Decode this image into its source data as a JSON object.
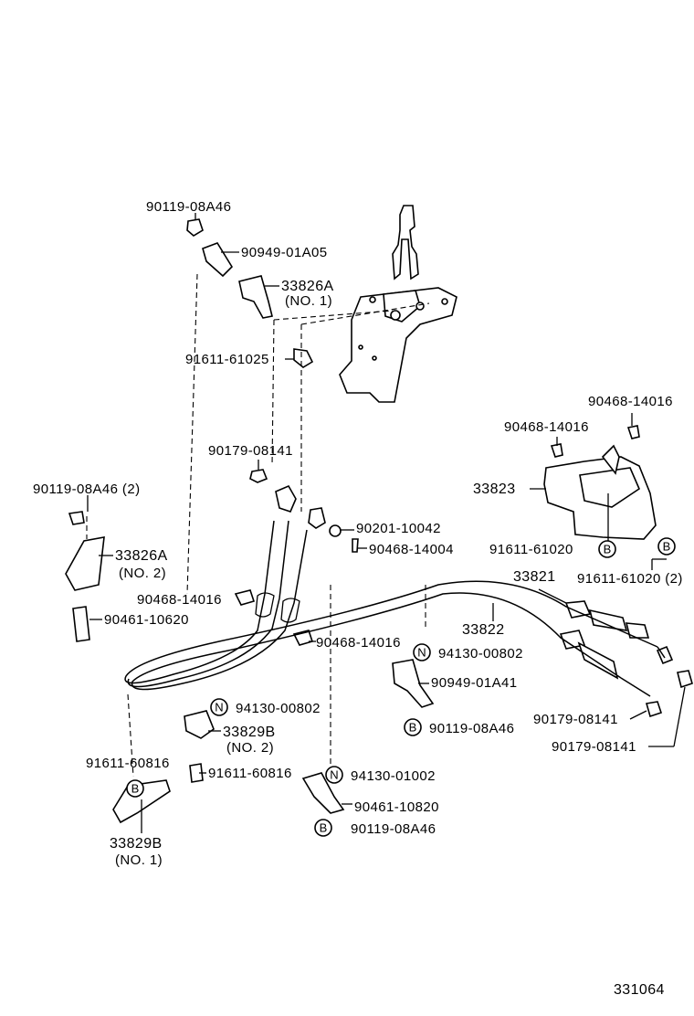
{
  "diagram_id": "331064",
  "labels": {
    "p90119_top": "90119-08A46",
    "p90949_01A05": "90949-01A05",
    "p33826A_1": "33826A",
    "p33826A_1_sub": "(NO. 1)",
    "p91611_61025": "91611-61025",
    "p90179_mid": "90179-08141",
    "p90119_2": "90119-08A46 (2)",
    "p33826A_2": "33826A",
    "p33826A_2_sub": "(NO. 2)",
    "p90201": "90201-10042",
    "p90468_14004": "90468-14004",
    "p90468_left": "90468-14016",
    "p90461_10620": "90461-10620",
    "p90468_mid": "90468-14016",
    "p94130_00802_a": "94130-00802",
    "p94130_00802_b": "94130-00802",
    "p90949_01A41": "90949-01A41",
    "p33829B_2": "33829B",
    "p33829B_2_sub": "(NO. 2)",
    "p90119_b1": "90119-08A46",
    "p91611_60816_a": "91611-60816",
    "p91611_60816_b": "91611-60816",
    "p94130_01002": "94130-01002",
    "p90461_10820": "90461-10820",
    "p90119_b2": "90119-08A46",
    "p33829B_1": "33829B",
    "p33829B_1_sub": "(NO. 1)",
    "p90468_r1": "90468-14016",
    "p90468_r2": "90468-14016",
    "p33823": "33823",
    "p91611_61020": "91611-61020",
    "p91611_61020_2": "91611-61020 (2)",
    "p33821": "33821",
    "p33822": "33822",
    "p90179_r1": "90179-08141",
    "p90179_r2": "90179-08141"
  },
  "badges": {
    "b": "B",
    "n": "N"
  }
}
